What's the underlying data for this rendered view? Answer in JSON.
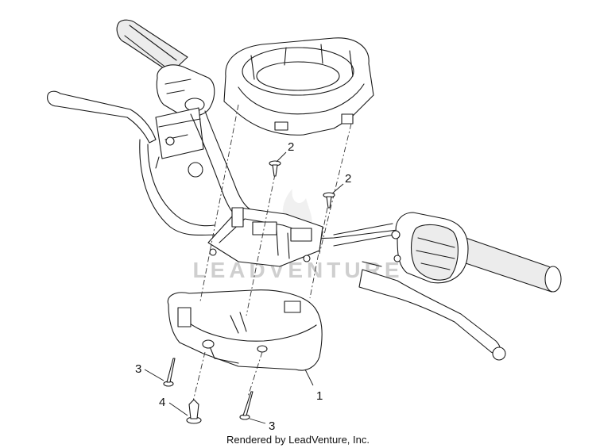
{
  "watermark": {
    "text": "LEADVENTURE"
  },
  "callouts": [
    "2",
    "2",
    "3",
    "4",
    "1",
    "3"
  ],
  "footer": "Rendered by LeadVenture, Inc.",
  "colors": {
    "line": "#1a1a1a",
    "shade": "#ececec",
    "watermark": "#cfcfcf"
  }
}
